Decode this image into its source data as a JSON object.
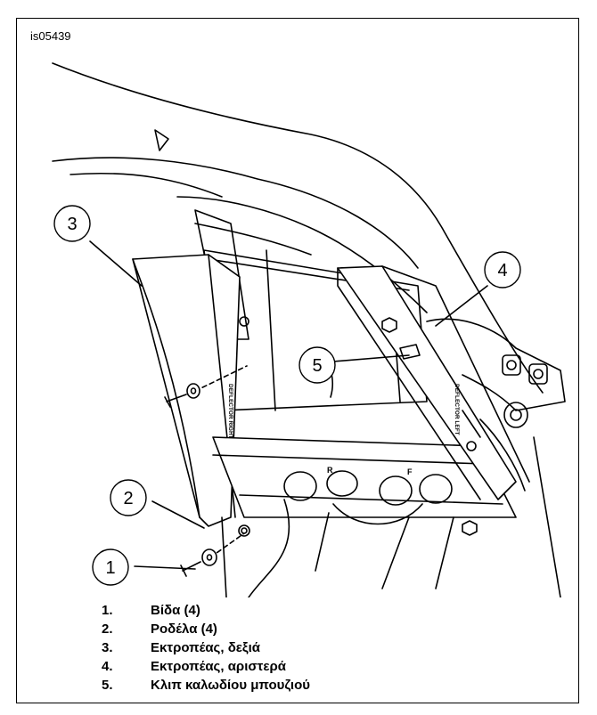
{
  "figure": {
    "id": "is05439",
    "callouts": [
      "1",
      "2",
      "3",
      "4",
      "5"
    ],
    "stamp_texts": [
      "DEFLECTOR RIGHT",
      "DEFLECTOR LEFT"
    ],
    "frame_letters": [
      "R",
      "F"
    ]
  },
  "legend": [
    {
      "number": "1.",
      "text": "Βίδα (4)"
    },
    {
      "number": "2.",
      "text": "Ροδέλα (4)"
    },
    {
      "number": "3.",
      "text": "Εκτροπέας, δεξιά"
    },
    {
      "number": "4.",
      "text": "Εκτροπέας, αριστερά"
    },
    {
      "number": "5.",
      "text": "Κλιπ καλωδίου μπουζιού"
    }
  ]
}
